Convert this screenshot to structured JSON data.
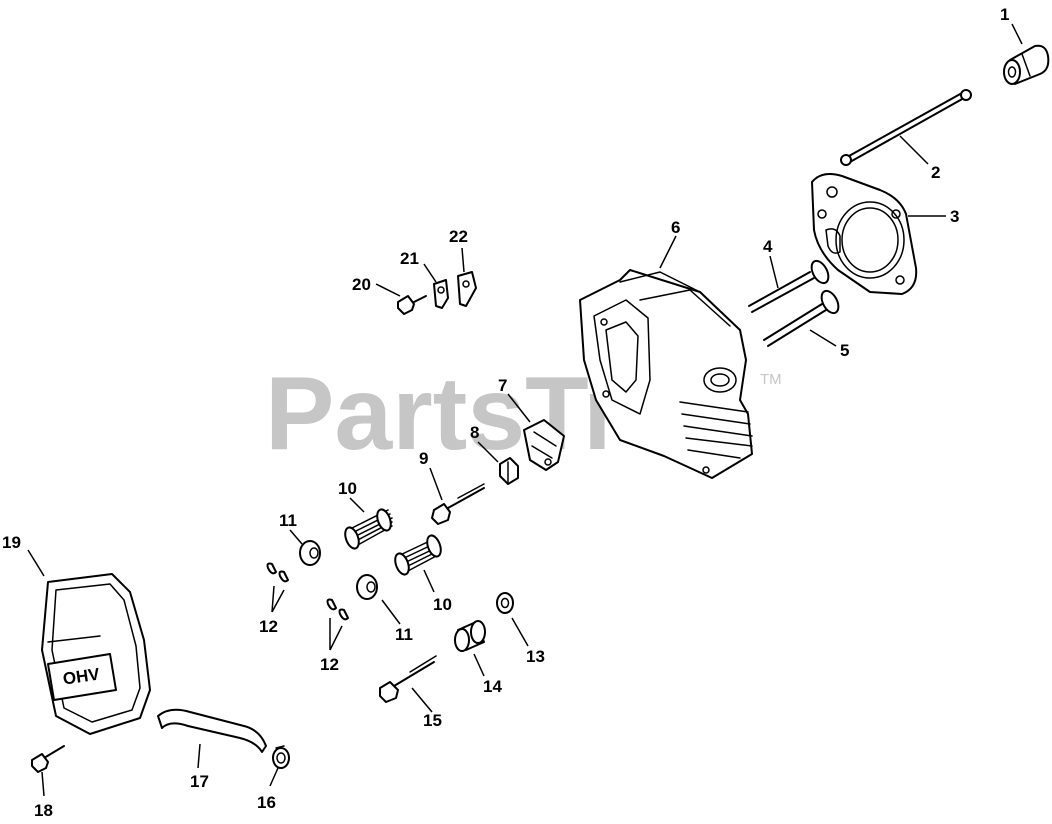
{
  "watermark": {
    "text": "PartsTree",
    "trademark": "TM"
  },
  "badge": {
    "text": "OHV"
  },
  "callouts": {
    "c1": "1",
    "c2": "2",
    "c3": "3",
    "c4": "4",
    "c5": "5",
    "c6": "6",
    "c7": "7",
    "c8": "8",
    "c9": "9",
    "c10a": "10",
    "c10b": "10",
    "c11a": "11",
    "c11b": "11",
    "c12a": "12",
    "c12b": "12",
    "c13": "13",
    "c14": "14",
    "c15": "15",
    "c16": "16",
    "c17": "17",
    "c18": "18",
    "c19": "19",
    "c20": "20",
    "c21": "21",
    "c22": "22"
  }
}
